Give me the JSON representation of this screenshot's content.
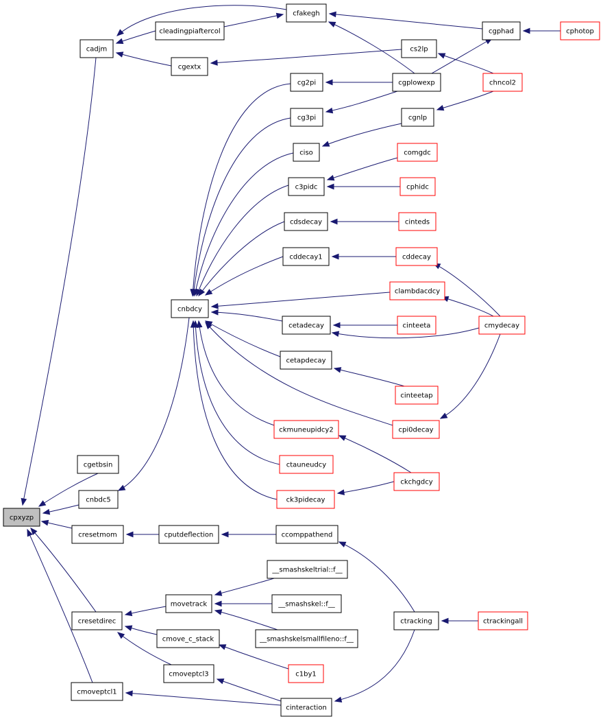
{
  "colors": {
    "edge": "#191970",
    "black_border": "#000000",
    "red_border": "#ff0000",
    "root_fill": "#bfbfbf",
    "node_fill": "#ffffff"
  },
  "nodes": [
    {
      "id": "cpxyzp",
      "label": "cpxyzp",
      "style": "root"
    },
    {
      "id": "cadjm",
      "label": "cadjm",
      "style": "black"
    },
    {
      "id": "cfakegh",
      "label": "cfakegh",
      "style": "black"
    },
    {
      "id": "cleadingpiaftercol",
      "label": "cleadingpiaftercol",
      "style": "black"
    },
    {
      "id": "cgextx",
      "label": "cgextx",
      "style": "black"
    },
    {
      "id": "cgphad",
      "label": "cgphad",
      "style": "black"
    },
    {
      "id": "cphotop",
      "label": "cphotop",
      "style": "red"
    },
    {
      "id": "cs2lp",
      "label": "cs2lp",
      "style": "black"
    },
    {
      "id": "cgplowexp",
      "label": "cgplowexp",
      "style": "black"
    },
    {
      "id": "chncol2",
      "label": "chncol2",
      "style": "red"
    },
    {
      "id": "cg2pi",
      "label": "cg2pi",
      "style": "black"
    },
    {
      "id": "cg3pi",
      "label": "cg3pi",
      "style": "black"
    },
    {
      "id": "cgnlp",
      "label": "cgnlp",
      "style": "black"
    },
    {
      "id": "ciso",
      "label": "ciso",
      "style": "black"
    },
    {
      "id": "comgdc",
      "label": "comgdc",
      "style": "red"
    },
    {
      "id": "c3pidc",
      "label": "c3pidc",
      "style": "black"
    },
    {
      "id": "cphidc",
      "label": "cphidc",
      "style": "red"
    },
    {
      "id": "cdsdecay",
      "label": "cdsdecay",
      "style": "black"
    },
    {
      "id": "cinteds",
      "label": "cinteds",
      "style": "red"
    },
    {
      "id": "cddecay1",
      "label": "cddecay1",
      "style": "black"
    },
    {
      "id": "cddecay",
      "label": "cddecay",
      "style": "red"
    },
    {
      "id": "clambdacdcy",
      "label": "clambdacdcy",
      "style": "red"
    },
    {
      "id": "cnbdcy",
      "label": "cnbdcy",
      "style": "black"
    },
    {
      "id": "cetadecay",
      "label": "cetadecay",
      "style": "black"
    },
    {
      "id": "cinteeta",
      "label": "cinteeta",
      "style": "red"
    },
    {
      "id": "cmydecay",
      "label": "cmydecay",
      "style": "red"
    },
    {
      "id": "cetapdecay",
      "label": "cetapdecay",
      "style": "black"
    },
    {
      "id": "cinteetap",
      "label": "cinteetap",
      "style": "red"
    },
    {
      "id": "cpi0decay",
      "label": "cpi0decay",
      "style": "red"
    },
    {
      "id": "ckmuneupidcy2",
      "label": "ckmuneupidcy2",
      "style": "red"
    },
    {
      "id": "ctauneudcy",
      "label": "ctauneudcy",
      "style": "red"
    },
    {
      "id": "ckchgdcy",
      "label": "ckchgdcy",
      "style": "red"
    },
    {
      "id": "ck3pidecay",
      "label": "ck3pidecay",
      "style": "red"
    },
    {
      "id": "cgetbsin",
      "label": "cgetbsin",
      "style": "black"
    },
    {
      "id": "cnbdc5",
      "label": "cnbdc5",
      "style": "black"
    },
    {
      "id": "cresetmom",
      "label": "cresetmom",
      "style": "black"
    },
    {
      "id": "cputdeflection",
      "label": "cputdeflection",
      "style": "black"
    },
    {
      "id": "ccomppathend",
      "label": "ccomppathend",
      "style": "black"
    },
    {
      "id": "smashskeltrial",
      "label": "__smashskeltrial::f__",
      "style": "black"
    },
    {
      "id": "movetrack",
      "label": "movetrack",
      "style": "black"
    },
    {
      "id": "smashskel",
      "label": "__smashskel::f__",
      "style": "black"
    },
    {
      "id": "cresetdirec",
      "label": "cresetdirec",
      "style": "black"
    },
    {
      "id": "ctracking",
      "label": "ctracking",
      "style": "black"
    },
    {
      "id": "ctrackingall",
      "label": "ctrackingall",
      "style": "red"
    },
    {
      "id": "smashskelsmallfileno",
      "label": "__smashskelsmallfileno::f__",
      "style": "black"
    },
    {
      "id": "cmove_c_stack",
      "label": "cmove_c_stack",
      "style": "black"
    },
    {
      "id": "c1by1",
      "label": "c1by1",
      "style": "red"
    },
    {
      "id": "cmoveptcl3",
      "label": "cmoveptcl3",
      "style": "black"
    },
    {
      "id": "cmoveptcl1",
      "label": "cmoveptcl1",
      "style": "black"
    },
    {
      "id": "cinteraction",
      "label": "cinteraction",
      "style": "black"
    }
  ],
  "edges": [
    {
      "from": "cadjm",
      "to": "cpxyzp"
    },
    {
      "from": "cfakegh",
      "to": "cadjm"
    },
    {
      "from": "cleadingpiaftercol",
      "to": "cadjm"
    },
    {
      "from": "cgextx",
      "to": "cadjm"
    },
    {
      "from": "cleadingpiaftercol",
      "to": "cfakegh"
    },
    {
      "from": "cgphad",
      "to": "cfakegh"
    },
    {
      "from": "cgplowexp",
      "to": "cfakegh"
    },
    {
      "from": "cphotop",
      "to": "cgphad"
    },
    {
      "from": "cgplowexp",
      "to": "cgphad"
    },
    {
      "from": "cs2lp",
      "to": "cgextx"
    },
    {
      "from": "chncol2",
      "to": "cs2lp"
    },
    {
      "from": "cgplowexp",
      "to": "cg2pi"
    },
    {
      "from": "cgplowexp",
      "to": "cg3pi"
    },
    {
      "from": "cgnlp",
      "to": "ciso"
    },
    {
      "from": "chncol2",
      "to": "cgnlp"
    },
    {
      "from": "comgdc",
      "to": "c3pidc"
    },
    {
      "from": "cphidc",
      "to": "c3pidc"
    },
    {
      "from": "cinteds",
      "to": "cdsdecay"
    },
    {
      "from": "cddecay",
      "to": "cddecay1"
    },
    {
      "from": "cmydecay",
      "to": "cddecay"
    },
    {
      "from": "cmydecay",
      "to": "clambdacdcy"
    },
    {
      "from": "cinteeta",
      "to": "cetadecay"
    },
    {
      "from": "cmydecay",
      "to": "cetadecay"
    },
    {
      "from": "cinteetap",
      "to": "cetapdecay"
    },
    {
      "from": "cmydecay",
      "to": "cpi0decay"
    },
    {
      "from": "ckchgdcy",
      "to": "ckmuneupidcy2"
    },
    {
      "from": "ckchgdcy",
      "to": "ck3pidecay"
    },
    {
      "from": "cg2pi",
      "to": "cnbdcy"
    },
    {
      "from": "cg3pi",
      "to": "cnbdcy"
    },
    {
      "from": "ciso",
      "to": "cnbdcy"
    },
    {
      "from": "c3pidc",
      "to": "cnbdcy"
    },
    {
      "from": "cdsdecay",
      "to": "cnbdcy"
    },
    {
      "from": "cddecay1",
      "to": "cnbdcy"
    },
    {
      "from": "clambdacdcy",
      "to": "cnbdcy"
    },
    {
      "from": "cetadecay",
      "to": "cnbdcy"
    },
    {
      "from": "cetapdecay",
      "to": "cnbdcy"
    },
    {
      "from": "cpi0decay",
      "to": "cnbdcy"
    },
    {
      "from": "ckmuneupidcy2",
      "to": "cnbdcy"
    },
    {
      "from": "ctauneudcy",
      "to": "cnbdcy"
    },
    {
      "from": "ck3pidecay",
      "to": "cnbdcy"
    },
    {
      "from": "cnbdcy",
      "to": "cnbdc5"
    },
    {
      "from": "cgetbsin",
      "to": "cpxyzp"
    },
    {
      "from": "cnbdc5",
      "to": "cpxyzp"
    },
    {
      "from": "cresetmom",
      "to": "cpxyzp"
    },
    {
      "from": "cresetdirec",
      "to": "cpxyzp"
    },
    {
      "from": "cmoveptcl1",
      "to": "cpxyzp"
    },
    {
      "from": "cputdeflection",
      "to": "cresetmom"
    },
    {
      "from": "ccomppathend",
      "to": "cputdeflection"
    },
    {
      "from": "ctracking",
      "to": "ccomppathend"
    },
    {
      "from": "ctrackingall",
      "to": "ctracking"
    },
    {
      "from": "smashskeltrial",
      "to": "movetrack"
    },
    {
      "from": "smashskel",
      "to": "movetrack"
    },
    {
      "from": "smashskelsmallfileno",
      "to": "movetrack"
    },
    {
      "from": "movetrack",
      "to": "cresetdirec"
    },
    {
      "from": "cmove_c_stack",
      "to": "cresetdirec"
    },
    {
      "from": "cmoveptcl3",
      "to": "cresetdirec"
    },
    {
      "from": "c1by1",
      "to": "cmove_c_stack"
    },
    {
      "from": "cinteraction",
      "to": "cmoveptcl3"
    },
    {
      "from": "cinteraction",
      "to": "cmoveptcl1"
    },
    {
      "from": "ctracking",
      "to": "cinteraction"
    }
  ]
}
